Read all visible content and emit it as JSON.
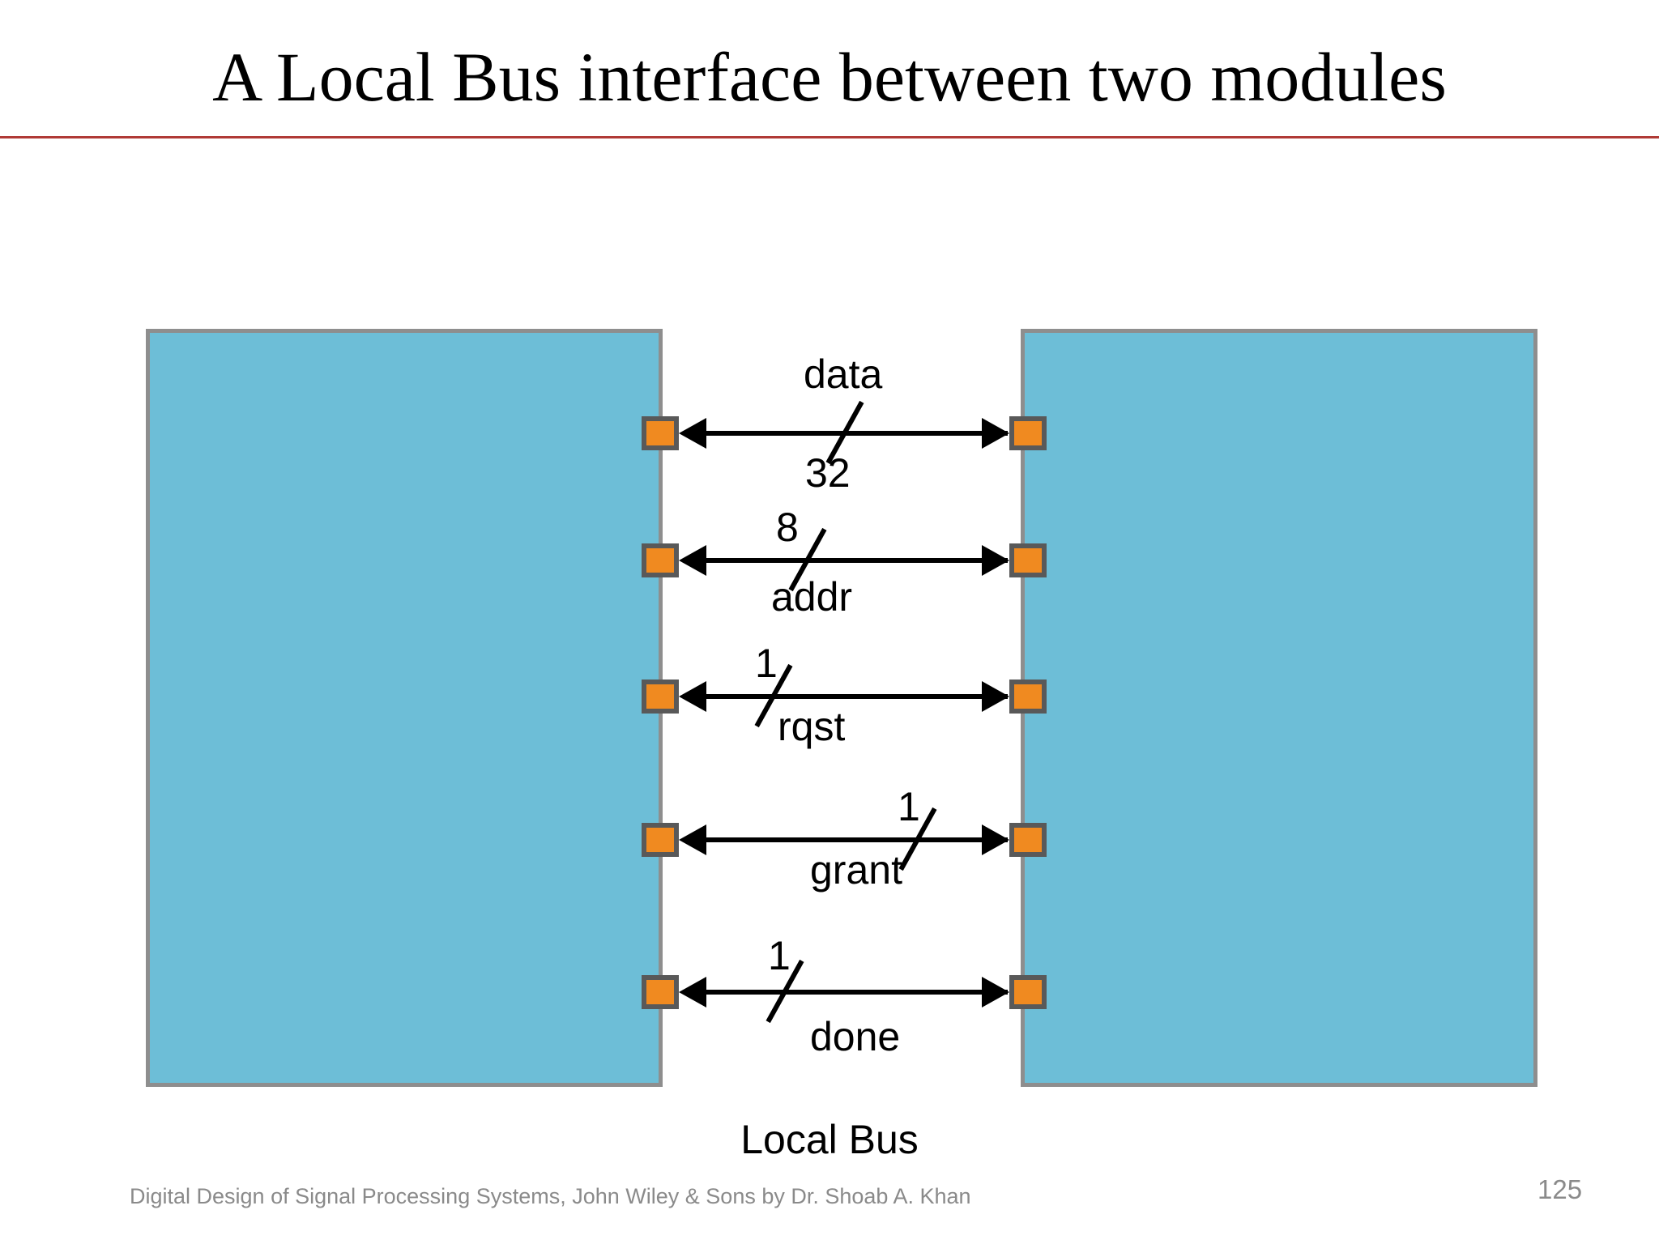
{
  "slide": {
    "title": "A Local Bus interface between two modules",
    "bus_caption": "Local Bus",
    "accent_rule_color": "#b03a36",
    "module_fill_color": "#6dbed7",
    "module_border_color": "#8e8e8e",
    "pad_color": "#f08a20",
    "pad_border_color": "#595959"
  },
  "modules": [
    {
      "id": "module-left",
      "label": ""
    },
    {
      "id": "module-right",
      "label": ""
    }
  ],
  "signals": [
    {
      "name": "data",
      "width": "32",
      "above_label": "data",
      "below_label": "32",
      "direction": "bidirectional"
    },
    {
      "name": "addr",
      "width": "8",
      "above_label": "8",
      "below_label": "addr",
      "direction": "bidirectional"
    },
    {
      "name": "rqst",
      "width": "1",
      "above_label": "1",
      "below_label": "rqst",
      "direction": "bidirectional"
    },
    {
      "name": "grant",
      "width": "1",
      "above_label": "1",
      "below_label": "grant",
      "direction": "bidirectional"
    },
    {
      "name": "done",
      "width": "1",
      "above_label": "1",
      "below_label": "done",
      "direction": "bidirectional"
    }
  ],
  "footer": {
    "credit": "Digital Design of Signal Processing Systems, John Wiley & Sons by Dr. Shoab A. Khan",
    "page_number": "125"
  }
}
